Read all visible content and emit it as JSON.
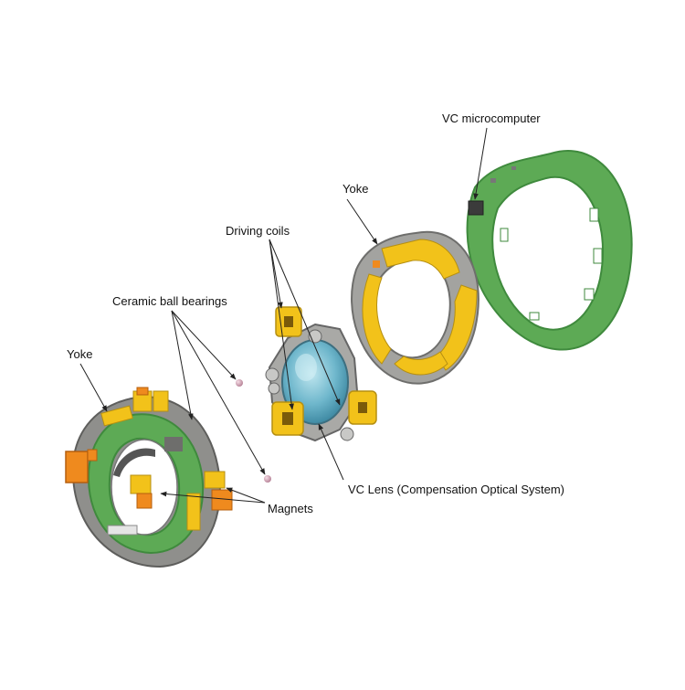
{
  "labels": {
    "vc_microcomputer": "VC microcomputer",
    "yoke_right": "Yoke",
    "driving_coils": "Driving coils",
    "ceramic_ball_bearings": "Ceramic ball bearings",
    "yoke_left": "Yoke",
    "vc_lens": "VC Lens (Compensation Optical System)",
    "magnets": "Magnets"
  },
  "colors": {
    "pcb_green": "#5daa55",
    "pcb_green_dark": "#3f8a3d",
    "yoke_gray": "#9a9a98",
    "yoke_gray_dark": "#6e6e6c",
    "coil_yellow": "#f2c21a",
    "coil_orange": "#ef8a1e",
    "lens_blue": "#7fc6da",
    "bearing_pink": "#d6a8b6",
    "chip_dark": "#3b3b3b"
  },
  "icons": {
    "microcomputer_chip": "chip-icon",
    "bearing": "ball-bearing-icon"
  }
}
